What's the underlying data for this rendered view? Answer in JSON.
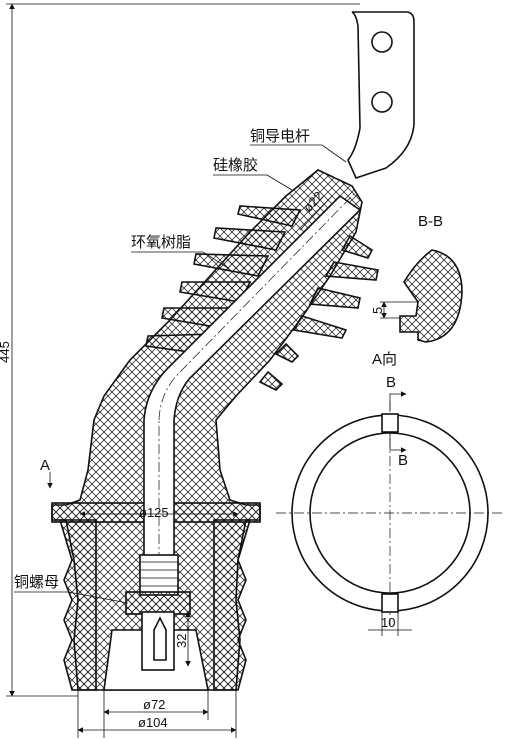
{
  "labels": {
    "copper_rod": "铜导电杆",
    "silicone_rubber": "硅橡胶",
    "epoxy_resin": "环氧树脂",
    "copper_nut": "铜螺母",
    "section_bb": "B-B",
    "view_a": "A向",
    "arrow_a": "A",
    "arrow_b_top": "B",
    "arrow_b_bottom": "B"
  },
  "dimensions": {
    "overall_height": "445",
    "rod_diameter": "ø22",
    "flange_diameter": "ø125",
    "base_inner_diameter": "ø72",
    "base_outer_diameter": "ø104",
    "nut_depth": "32",
    "groove_depth": "5",
    "slot_width": "10"
  },
  "colors": {
    "line": "#111111",
    "background": "#ffffff"
  }
}
